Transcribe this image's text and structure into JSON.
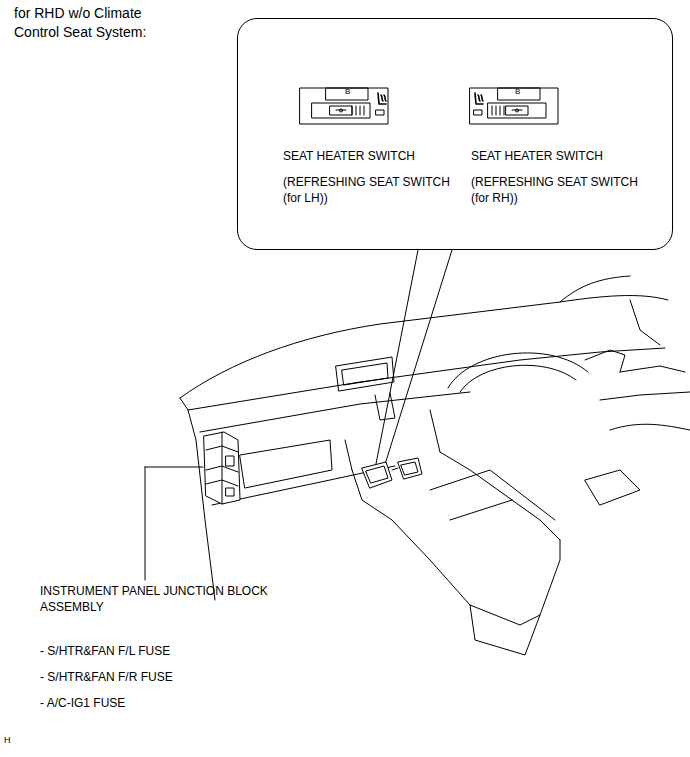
{
  "diagram": {
    "title": "for RHD w/o Climate Control Seat System:",
    "nodes": [
      {
        "text": [
          "SEAT HEATER SWITCH",
          "(REFRESHING SEAT SWITCH (for LH))",
          "SEAT HEATER SWITCH",
          "(REFRESHING SEAT SWITCH (for RH))"
        ]
      }
    ],
    "labels": [
      "B",
      "B",
      "INSTRUMENT PANEL JUNCTION BLOCK ASSEMBLY",
      "- S/HTR&FAN F/L FUSE",
      "- S/HTR&FAN F/R FUSE",
      "- A/C-IG1 FUSE",
      "H"
    ]
  }
}
